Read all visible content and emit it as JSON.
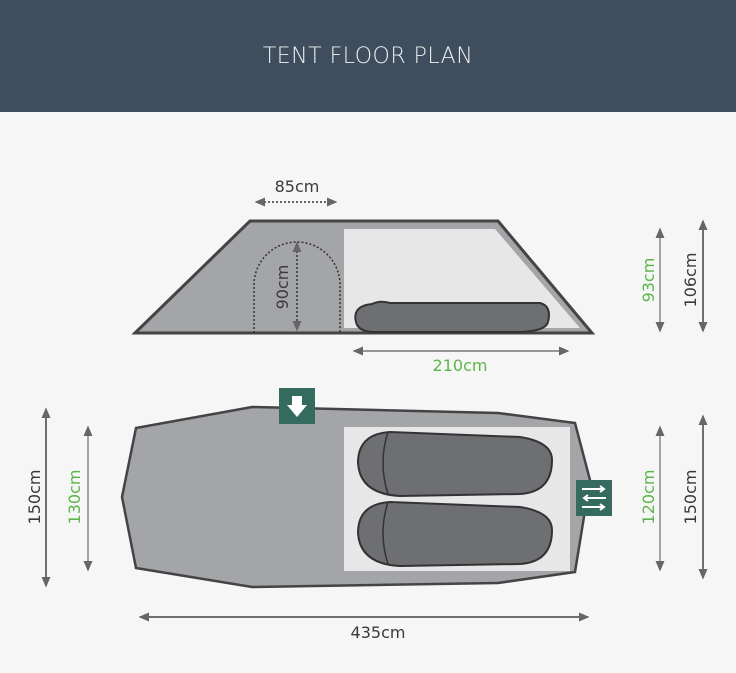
{
  "header": {
    "title": "TENT FLOOR PLAN"
  },
  "side_view": {
    "door_width": "85cm",
    "door_height": "90cm",
    "inner_length": "210cm",
    "inner_height": "93cm",
    "outer_height": "106cm"
  },
  "floor_view": {
    "outer_width_left": "150cm",
    "inner_width_left": "130cm",
    "inner_width_right": "120cm",
    "outer_width_right": "150cm",
    "outer_length": "435cm"
  },
  "icons": {
    "front_door": "arrow-down-icon",
    "side_door": "swap-arrows-icon"
  },
  "colors": {
    "header": "#3f4e5e",
    "accent_green": "#5db54a",
    "door_badge": "#356b5e"
  }
}
